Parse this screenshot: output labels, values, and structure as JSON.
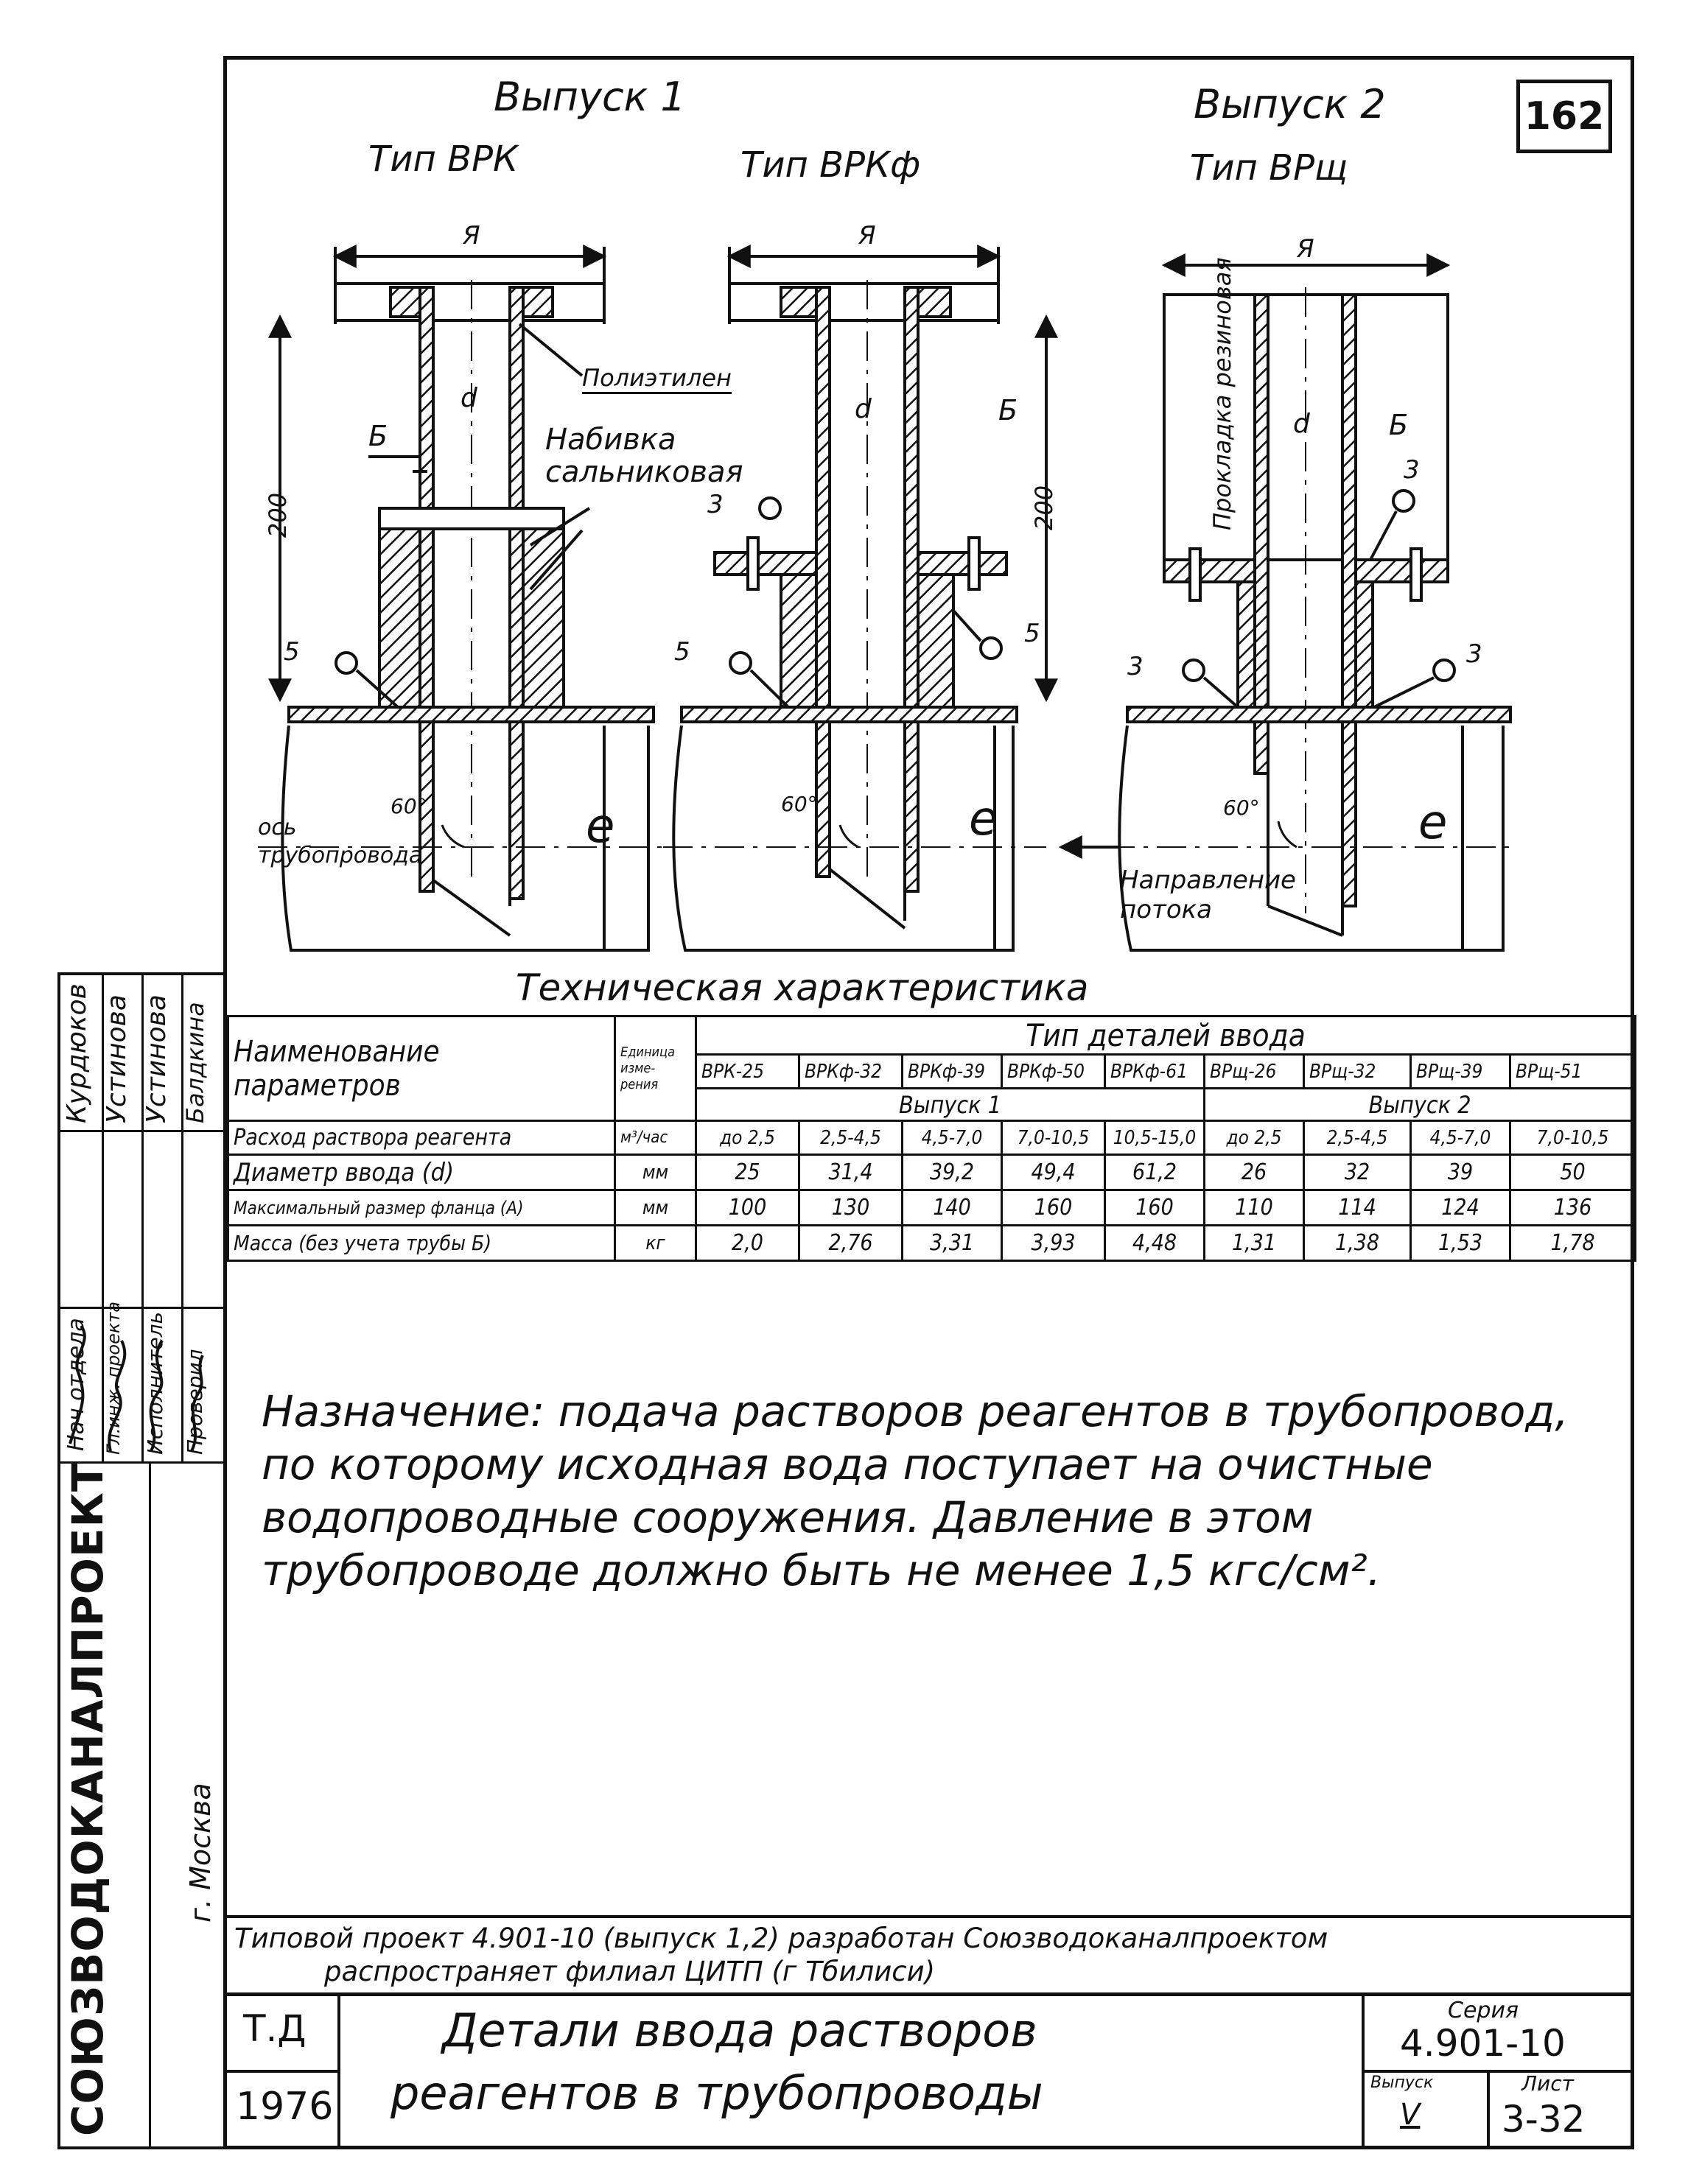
{
  "sheet_number": "162",
  "variants": [
    {
      "issue": "Выпуск 1",
      "type": "Тип ВРК"
    },
    {
      "issue": "",
      "type": "Тип ВРКф"
    },
    {
      "issue": "Выпуск 2",
      "type": "Тип ВРщ"
    }
  ],
  "drawing_labels": {
    "dim_a": "Я",
    "dim_d": "d",
    "pipe_b": "Б",
    "height_200": "200",
    "polyethylene": "Полиэтилен",
    "packing": "Набивка сальниковая",
    "rubber_gasket": "Прокладка резиновая",
    "weld_3": "3",
    "weld_5": "5",
    "angle_60": "60°",
    "pipe_axis": "ось трубопровода",
    "flow_direction": "Направление потока",
    "e_label": "е"
  },
  "table": {
    "title": "Техническая характеристика",
    "header_param": "Наименование параметров",
    "header_unit": "Единица изме-рения",
    "header_types": "Тип деталей ввода",
    "types": [
      "ВРК-25",
      "ВРКф-32",
      "ВРКф-39",
      "ВРКф-50",
      "ВРКф-61",
      "ВРщ-26",
      "ВРщ-32",
      "ВРщ-39",
      "ВРщ-51"
    ],
    "issue1": "Выпуск 1",
    "issue2": "Выпуск 2",
    "rows": [
      {
        "name": "Расход раствора реагента",
        "unit": "м³/час",
        "values": [
          "до 2,5",
          "2,5-4,5",
          "4,5-7,0",
          "7,0-10,5",
          "10,5-15,0",
          "до 2,5",
          "2,5-4,5",
          "4,5-7,0",
          "7,0-10,5"
        ]
      },
      {
        "name": "Диаметр ввода (d)",
        "unit": "мм",
        "values": [
          "25",
          "31,4",
          "39,2",
          "49,4",
          "61,2",
          "26",
          "32",
          "39",
          "50"
        ]
      },
      {
        "name": "Максимальный размер фланца (А)",
        "unit": "мм",
        "values": [
          "100",
          "130",
          "140",
          "160",
          "160",
          "110",
          "114",
          "124",
          "136"
        ]
      },
      {
        "name": "Масса (без учета трубы Б)",
        "unit": "кг",
        "values": [
          "2,0",
          "2,76",
          "3,31",
          "3,93",
          "4,48",
          "1,31",
          "1,38",
          "1,53",
          "1,78"
        ]
      }
    ]
  },
  "purpose_text": "Назначение: подача растворов реагентов в трубопровод, по которому исходная вода поступает на очистные водопроводные сооружения. Давление в этом трубопроводе должно быть не менее 1,5 кгс/см².",
  "sidebar": {
    "roles": [
      "Нач отдела",
      "Гл.инж. проекта",
      "Исполнитель",
      "Проверил"
    ],
    "names": [
      "Курдюков",
      "Устинова",
      "Устинова",
      "Балдкина"
    ],
    "org": "СОЮЗВОДОКАНАЛПРОЕКТ",
    "city": "г. Москва"
  },
  "footer": {
    "project_note_1": "Типовой проект 4.901-10 (выпуск 1,2) разработан Союзводоканалпроектом",
    "project_note_2": "распространяет филиал ЦИТП (г Тбилиси)",
    "td": "Т.Д",
    "year": "1976",
    "title_1": "Детали ввода растворов",
    "title_2": "реагентов в трубопроводы",
    "series_label": "Серия",
    "series_value": "4.901-10",
    "issue_label": "Выпуск",
    "issue_value": "V",
    "sheet_label": "Лист",
    "sheet_value": "3-32"
  },
  "colors": {
    "ink": "#111111",
    "paper": "#ffffff"
  }
}
